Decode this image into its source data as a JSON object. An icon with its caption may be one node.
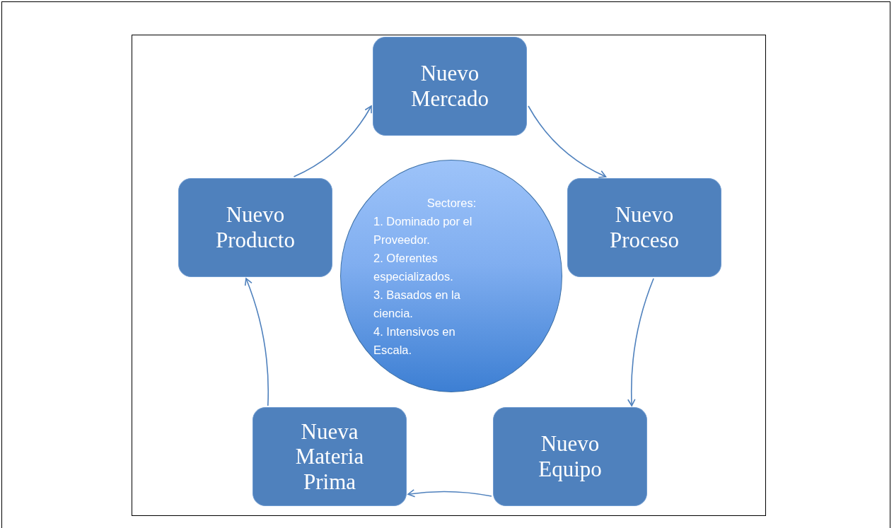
{
  "diagram": {
    "nodes": [
      {
        "text": [
          "Nuevo Mercado"
        ]
      },
      {
        "text": [
          "Nuevo Proceso"
        ]
      },
      {
        "text": [
          "Nuevo Equipo"
        ]
      },
      {
        "text": [
          "Nueva Materia Prima"
        ]
      },
      {
        "text": [
          "Nuevo Producto"
        ]
      },
      {
        "text": [
          "Sectores:",
          "1. Dominado por el Proveedor.",
          "2. Oferentes especializados.",
          "3. Basados en la ciencia.",
          "4. Intensivos en Escala."
        ]
      }
    ],
    "edges": [
      {
        "from": 0,
        "to": 1,
        "arrow": "to"
      },
      {
        "from": 1,
        "to": 2,
        "arrow": "to"
      },
      {
        "from": 2,
        "to": 3,
        "arrow": "to"
      },
      {
        "from": 3,
        "to": 4,
        "arrow": "to"
      },
      {
        "from": 4,
        "to": 0,
        "arrow": "to"
      }
    ]
  }
}
